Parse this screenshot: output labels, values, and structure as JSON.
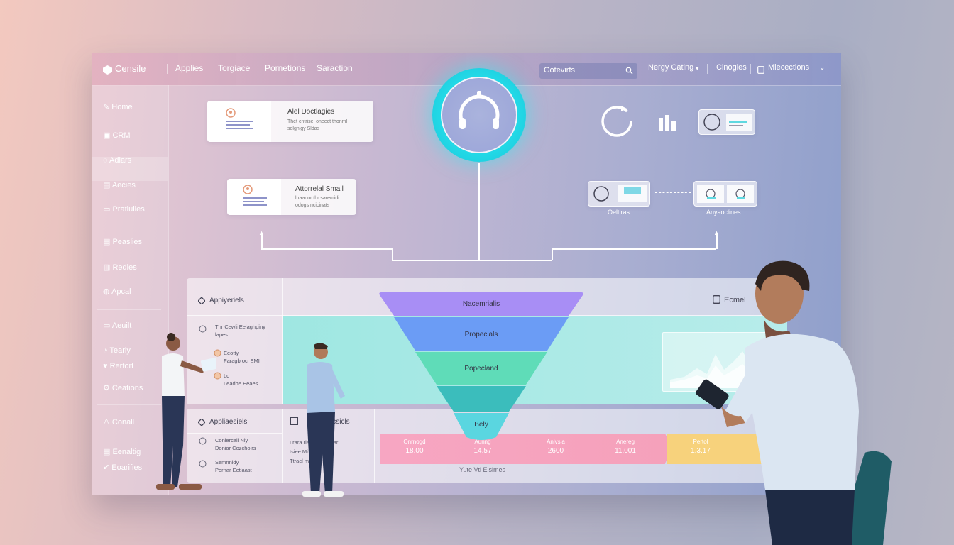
{
  "topbar": {
    "logo": "Censile",
    "nav": [
      "Applies",
      "Torgiace",
      "Pornetions",
      "Saraction"
    ],
    "search_placeholder": "Gotevirts",
    "dropdown": "Nergy Cating",
    "link": "Cinogies",
    "account": "Mlecections"
  },
  "sidebar": {
    "items": [
      "Home",
      "CRM",
      "Adiars",
      "Aecies",
      "Pratiulies",
      "Peaslies",
      "Redies",
      "Apcal",
      "Aeuilt",
      "Tearly",
      "Rertort",
      "Ceations",
      "Conall",
      "Eenaltig",
      "Eoarifies"
    ]
  },
  "flow": {
    "card1": {
      "title": "Alel Doctlagies",
      "sub1": "Thet cntrisel oneect thonml",
      "sub2": "solgnigy Sldas"
    },
    "card2": {
      "title": "Attorrelal Smail",
      "sub1": "lnaanor thr saremidi",
      "sub2": "odogs ncicinats"
    },
    "right_label1": "Oeltiras",
    "right_label2": "Anyaoclines"
  },
  "panel_top": {
    "header": "Appiyeriels",
    "right_label": "Ecmel",
    "items": [
      {
        "title": "Thr Cewli Eelaghpiny",
        "sub": "lapes"
      },
      {
        "title": "Eeotty",
        "sub": "Faragb oci EMI"
      },
      {
        "title": "Ld",
        "sub": "Leadhe Eeaes"
      }
    ]
  },
  "panel_bottom": {
    "header": "Appliaesiels",
    "col2_header": "Dcsicls",
    "items": [
      {
        "title": "Coniercall Nly",
        "sub": "Doniar Cozchoirs"
      },
      {
        "title": "Semnnidy",
        "sub": "Pornar Eetlaast"
      }
    ],
    "col2_lines": [
      "Lrara rlaiee ricieitaar",
      "tsiee Mi aialtls",
      "Ttracl mieicra eee"
    ]
  },
  "funnel": {
    "stages": [
      "Nacemrialis",
      "Propecials",
      "Popecland",
      "",
      "Bely"
    ],
    "colors": [
      "#a88ef5",
      "#6b9cf5",
      "#5fdcb8",
      "#3bbdbc",
      "#5ad6e0"
    ]
  },
  "metrics": {
    "items": [
      {
        "label": "Onrnogd",
        "value": "18.00"
      },
      {
        "label": "Aunng",
        "value": "14.57"
      },
      {
        "label": "Anivsia",
        "value": "2600"
      },
      {
        "label": "Anereg",
        "value": "11.001"
      },
      {
        "label": "Pertol",
        "value": "1.3.17"
      }
    ],
    "caption": "Yute Vtl Eislmes"
  }
}
